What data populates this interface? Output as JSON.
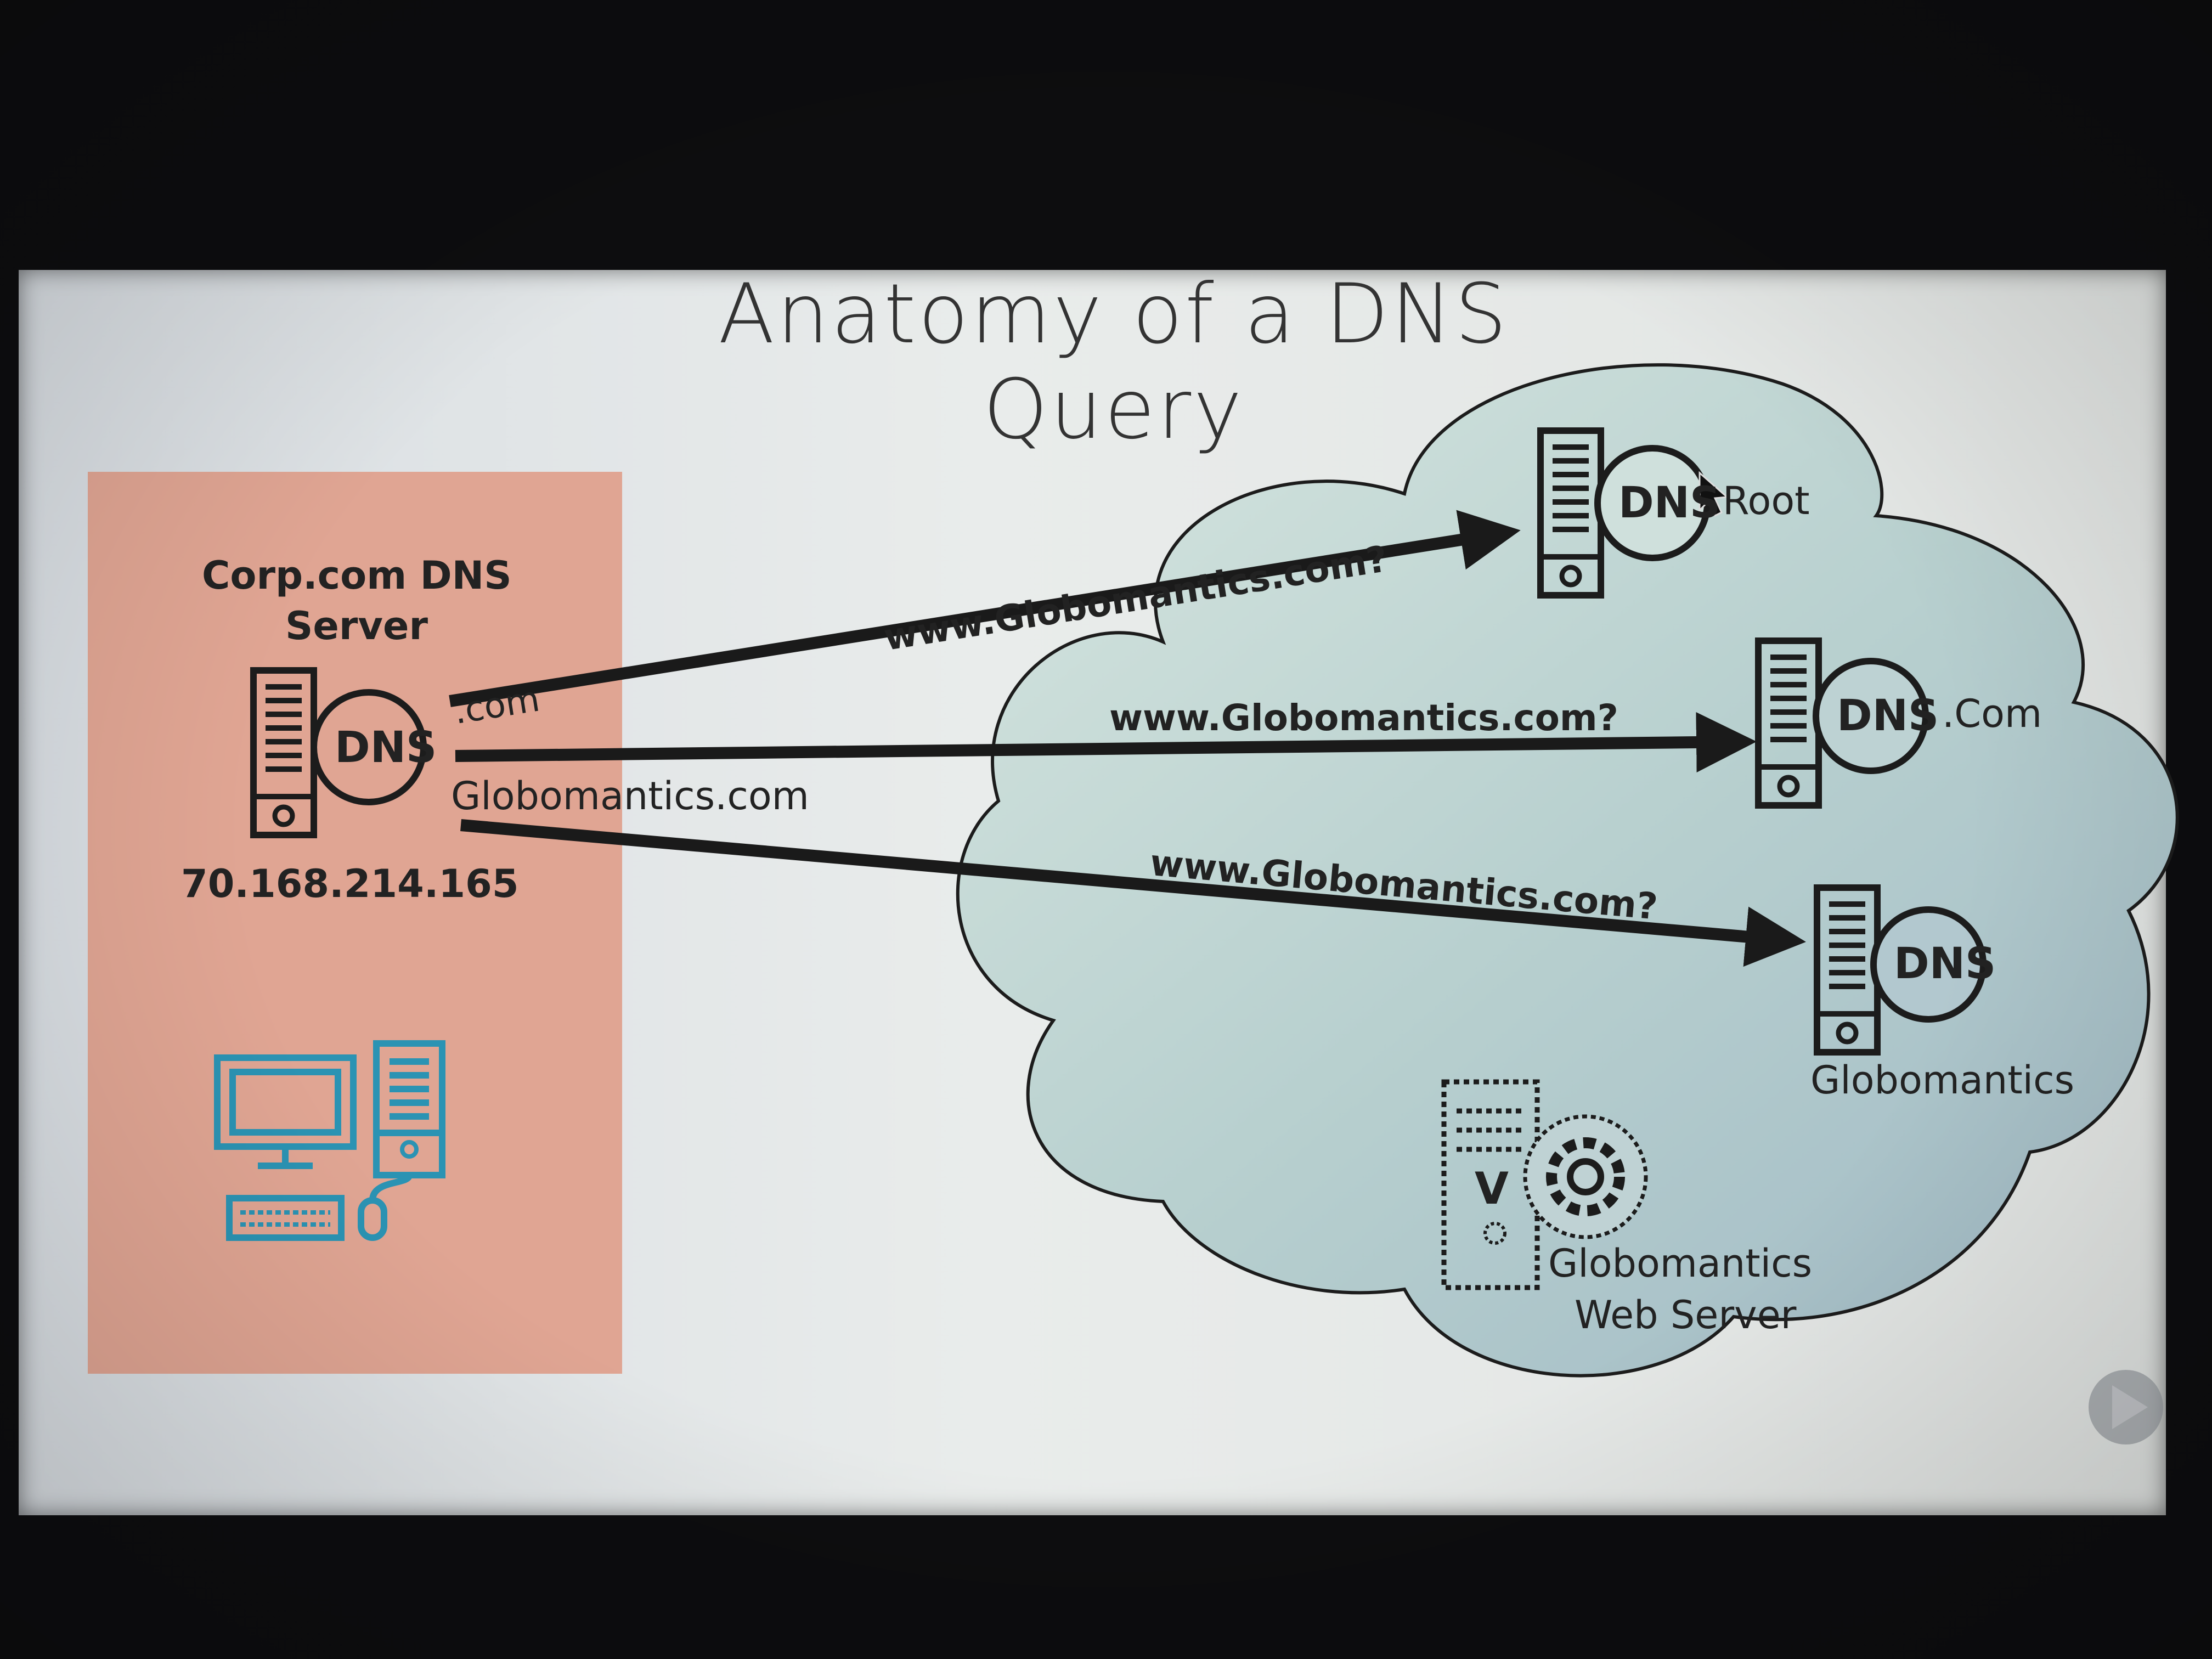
{
  "title": "Anatomy of a DNS Query",
  "corp": {
    "name_line1": "Corp.com DNS",
    "name_line2": "Server",
    "dns_label": "DNS",
    "ip": "70.168.214.165",
    "cache_com": ".com",
    "cache_domain": "Globomantics.com"
  },
  "servers": [
    {
      "dns_label": "DNS",
      "name": "Root"
    },
    {
      "dns_label": "DNS",
      "name": ".Com"
    },
    {
      "dns_label": "DNS",
      "name": "Globomantics"
    }
  ],
  "queries": [
    "www.Globomantics.com?",
    "www.Globomantics.com?",
    "www.Globomantics.com?"
  ],
  "web_server": {
    "v_label": "V",
    "line1": "Globomantics",
    "line2": "Web Server"
  },
  "colors": {
    "panel": "#e0a593",
    "cloud": "#b7cfcf",
    "icon_teal": "#2b93b3",
    "arrow": "#1a1a1a"
  },
  "icons": [
    "server-icon",
    "desktop-computer-icon",
    "gear-icon",
    "mouse-cursor-icon",
    "play-icon"
  ]
}
